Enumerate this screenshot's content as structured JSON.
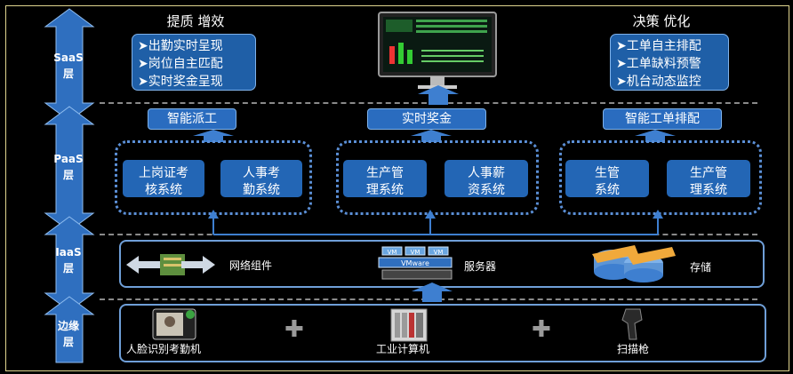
{
  "layers": {
    "saas": "SaaS\n层",
    "paas": "PaaS\n层",
    "iaas": "IaaS\n层",
    "edge": "边缘\n层"
  },
  "saas": {
    "left_title": "提质 增效",
    "left_items": [
      "➤出勤实时呈现",
      "➤岗位自主匹配",
      "➤实时奖金呈现"
    ],
    "right_title": "决策 优化",
    "right_items": [
      "➤工单自主排配",
      "➤工单缺料预警",
      "➤机台动态监控"
    ]
  },
  "paas": {
    "tags": [
      "智能派工",
      "实时奖金",
      "智能工单排配"
    ],
    "systems": [
      [
        "上岗证考\n核系统",
        "人事考\n勤系统"
      ],
      [
        "生产管\n理系统",
        "人事薪\n资系统"
      ],
      [
        "生管\n系统",
        "生产管\n理系统"
      ]
    ]
  },
  "iaas": {
    "network": "网络组件",
    "server": "服务器",
    "storage": "存储",
    "vm": "VM",
    "vmware": "VMware"
  },
  "edge": {
    "face": "人脸识别考勤机",
    "ipc": "工业计算机",
    "scanner": "扫描枪",
    "plus": "✚"
  }
}
